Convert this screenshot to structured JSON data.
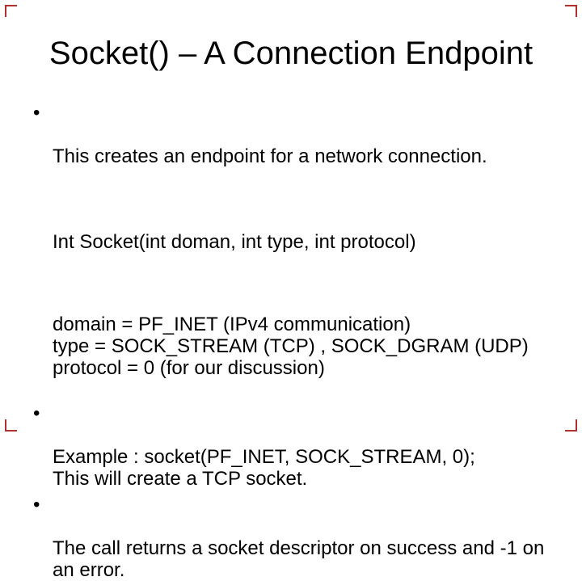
{
  "slide": {
    "title": "Socket() – A Connection Endpoint",
    "bullet_char": "•",
    "corner_mark_color": "#b03030",
    "blocks": [
      {
        "type": "bullet",
        "lines": [
          "This creates an endpoint for a network connection."
        ]
      },
      {
        "type": "plain",
        "lines": [
          "Int Socket(int doman, int type, int protocol)"
        ]
      },
      {
        "type": "plain",
        "lines": [
          "domain = PF_INET (IPv4 communication)",
          "type = SOCK_STREAM (TCP) , SOCK_DGRAM (UDP)",
          "protocol = 0 (for our discussion)"
        ]
      },
      {
        "type": "bullet",
        "lines": [
          "Example : socket(PF_INET, SOCK_STREAM, 0);",
          "This will create a TCP socket."
        ]
      },
      {
        "type": "bullet",
        "lines": [
          "The call returns a socket descriptor on success and -1 on",
          "an error."
        ]
      }
    ]
  }
}
